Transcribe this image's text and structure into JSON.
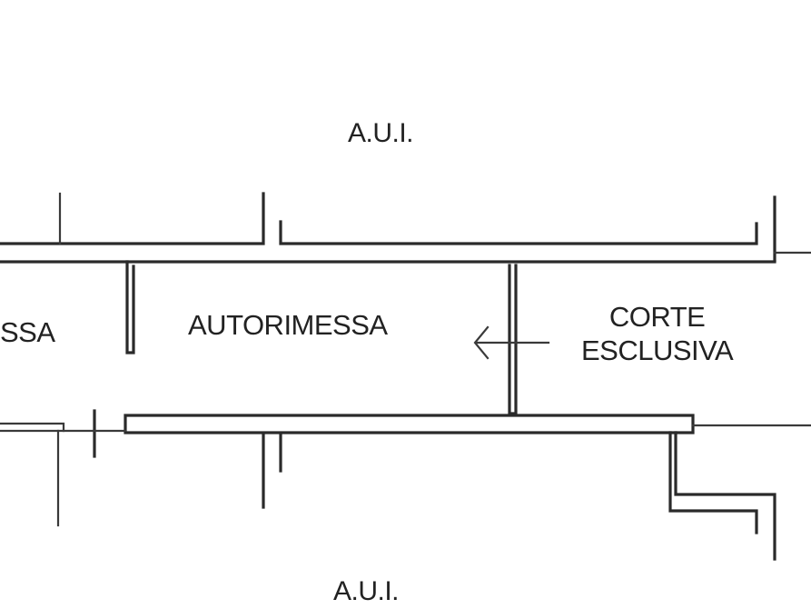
{
  "labels": {
    "aui_top": "A.U.I.",
    "aui_bottom": "A.U.I.",
    "room_partial": "SSA",
    "room_main": "AUTORIMESSA",
    "room_right_line1": "CORTE",
    "room_right_line2": "ESCLUSIVA"
  },
  "colors": {
    "line": "#2a2a2a",
    "text": "#222222",
    "background": "#ffffff"
  },
  "icons": {
    "entry_arrow": "arrow-left-icon"
  }
}
